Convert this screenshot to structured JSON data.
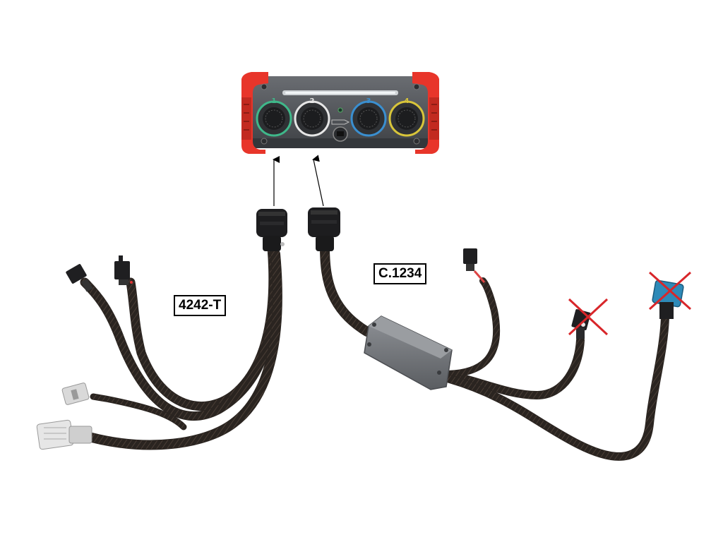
{
  "device": {
    "ports": [
      {
        "number": "1",
        "ring_color": "#3fb88a"
      },
      {
        "number": "2",
        "ring_color": "#e6e6e6"
      },
      {
        "number": "3",
        "ring_color": "#3a8fd0"
      },
      {
        "number": "4",
        "ring_color": "#d8c53a"
      }
    ],
    "body_color": "#4a4d52",
    "bumper_color": "#e8352a"
  },
  "cables": {
    "left_label": "4242-T",
    "right_label": "C.1234",
    "sheath_color": "#2a2420",
    "excluded_mark_color": "#d8262a"
  }
}
